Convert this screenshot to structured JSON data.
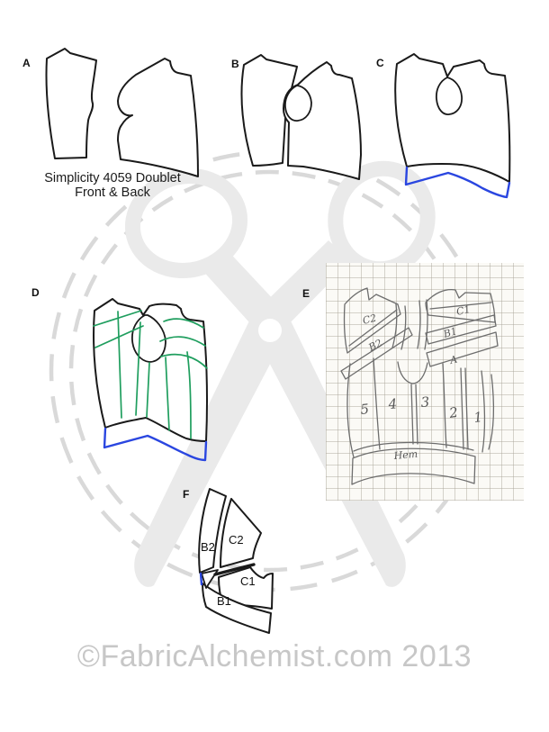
{
  "caption": {
    "line1": "Simplicity 4059 Doublet",
    "line2": "Front & Back"
  },
  "section_labels": {
    "a": "A",
    "b": "B",
    "c": "C",
    "d": "D",
    "e": "E",
    "f": "F"
  },
  "f_diagram": {
    "labels": {
      "b2": "B2",
      "c2": "C2",
      "c1": "C1",
      "b1": "B1"
    }
  },
  "e_sketch": {
    "piece_labels": {
      "c2": "C2",
      "b2": "B2",
      "c1": "C1",
      "b1": "B1",
      "a": "A",
      "hem": "Hem"
    },
    "panel_numbers": [
      "5",
      "4",
      "3",
      "2",
      "1"
    ]
  },
  "watermark": {
    "copyright": "©FabricAlchemist.com 2013"
  },
  "colors": {
    "outline": "#1a1a1a",
    "hem_blue": "#2a46e0",
    "style_line_green": "#1f9e5e",
    "watermark_gray": "#c7c7c7",
    "scissors_gray": "#eaeaea",
    "dash_gray": "#d9d9d9",
    "pencil_gray": "#6d6d6d"
  }
}
